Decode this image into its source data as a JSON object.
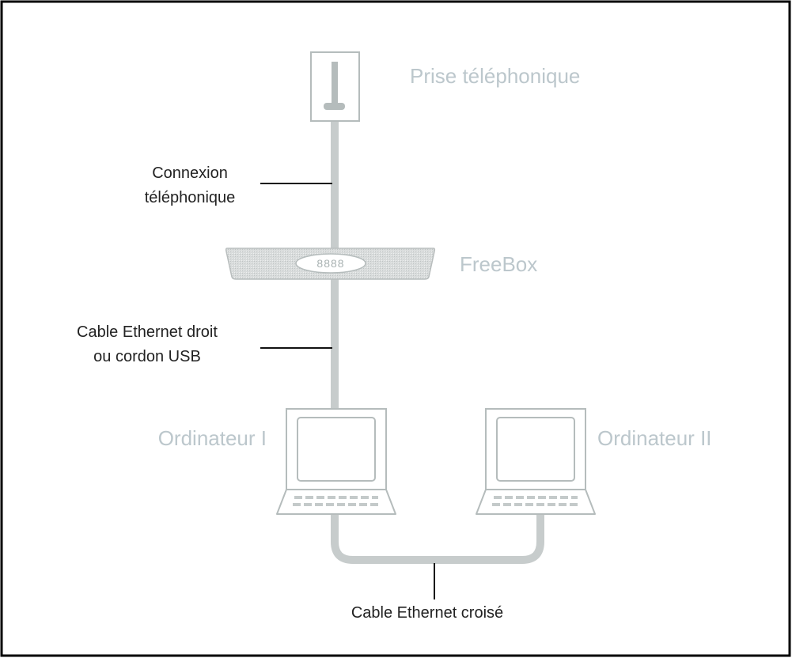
{
  "nodes": {
    "wall_outlet": {
      "label": "Prise téléphonique"
    },
    "freebox": {
      "label": "FreeBox",
      "display": "8888"
    },
    "computer_1": {
      "label": "Ordinateur I"
    },
    "computer_2": {
      "label": "Ordinateur II"
    }
  },
  "connections": {
    "phone_line": {
      "line1": "Connexion",
      "line2": "téléphonique"
    },
    "ethernet_usb": {
      "line1": "Cable Ethernet droit",
      "line2": "ou cordon USB"
    },
    "crossover": {
      "label": "Cable Ethernet croisé"
    }
  },
  "colors": {
    "device_fill": "#e8e8e8",
    "device_stroke": "#b5bcbc",
    "cable": "#c7cccc",
    "node_label": "#bcc7cc",
    "leader": "#111111"
  }
}
